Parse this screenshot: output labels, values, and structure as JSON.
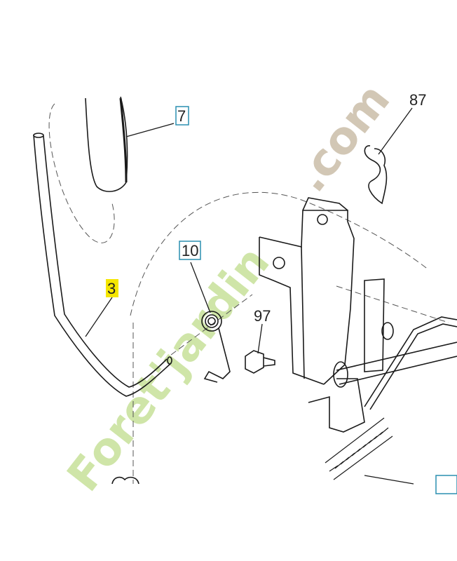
{
  "callouts": {
    "part_7": "7",
    "part_87": "87",
    "part_10": "10",
    "part_3": "3",
    "part_97": "97"
  },
  "watermark": {
    "part_a": "Foret'jardin",
    "part_b": ".com"
  },
  "colors": {
    "line": "#1a1a1a",
    "callout_box": "#2a8fb0",
    "highlight": "#f5e600",
    "watermark_green": "#cfe5a8",
    "watermark_tan": "#d2c7b5"
  }
}
